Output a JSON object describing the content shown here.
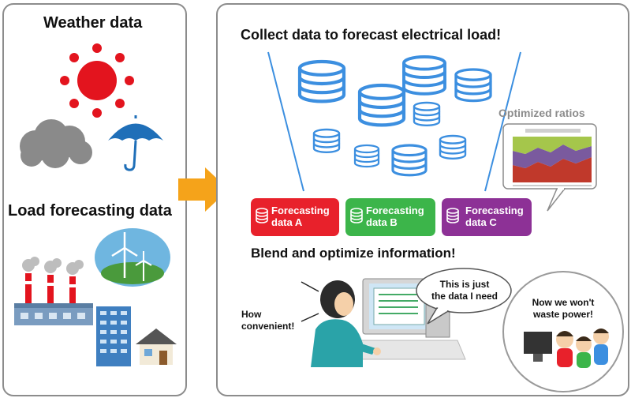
{
  "left_panel": {
    "weather_title": "Weather data",
    "load_title": "Load forecasting data"
  },
  "right_panel": {
    "collect_title": "Collect data to forecast electrical load!",
    "optimized_label": "Optimized ratios",
    "blend_title": "Blend and optimize information!",
    "boxes": [
      {
        "line1": "Forecasting",
        "line2": "data A",
        "color": "#e8212b"
      },
      {
        "line1": "Forecasting",
        "line2": "data B",
        "color": "#3cb54a"
      },
      {
        "line1": "Forecasting",
        "line2": "data C",
        "color": "#8d3196"
      }
    ],
    "speech_data": {
      "line1": "This is just",
      "line2": "the data I need"
    },
    "speech_convenient": {
      "line1": "How",
      "line2": "convenient!"
    },
    "family": {
      "line1": "Now we won't",
      "line2": "waste power!"
    }
  },
  "colors": {
    "panel_border": "#8c8c8c",
    "arrow": "#f5a31a",
    "database": "#3c8fe0",
    "sun": "#e3141e",
    "umbrella": "#1f6fb8",
    "cloud": "#8a8a8a"
  }
}
